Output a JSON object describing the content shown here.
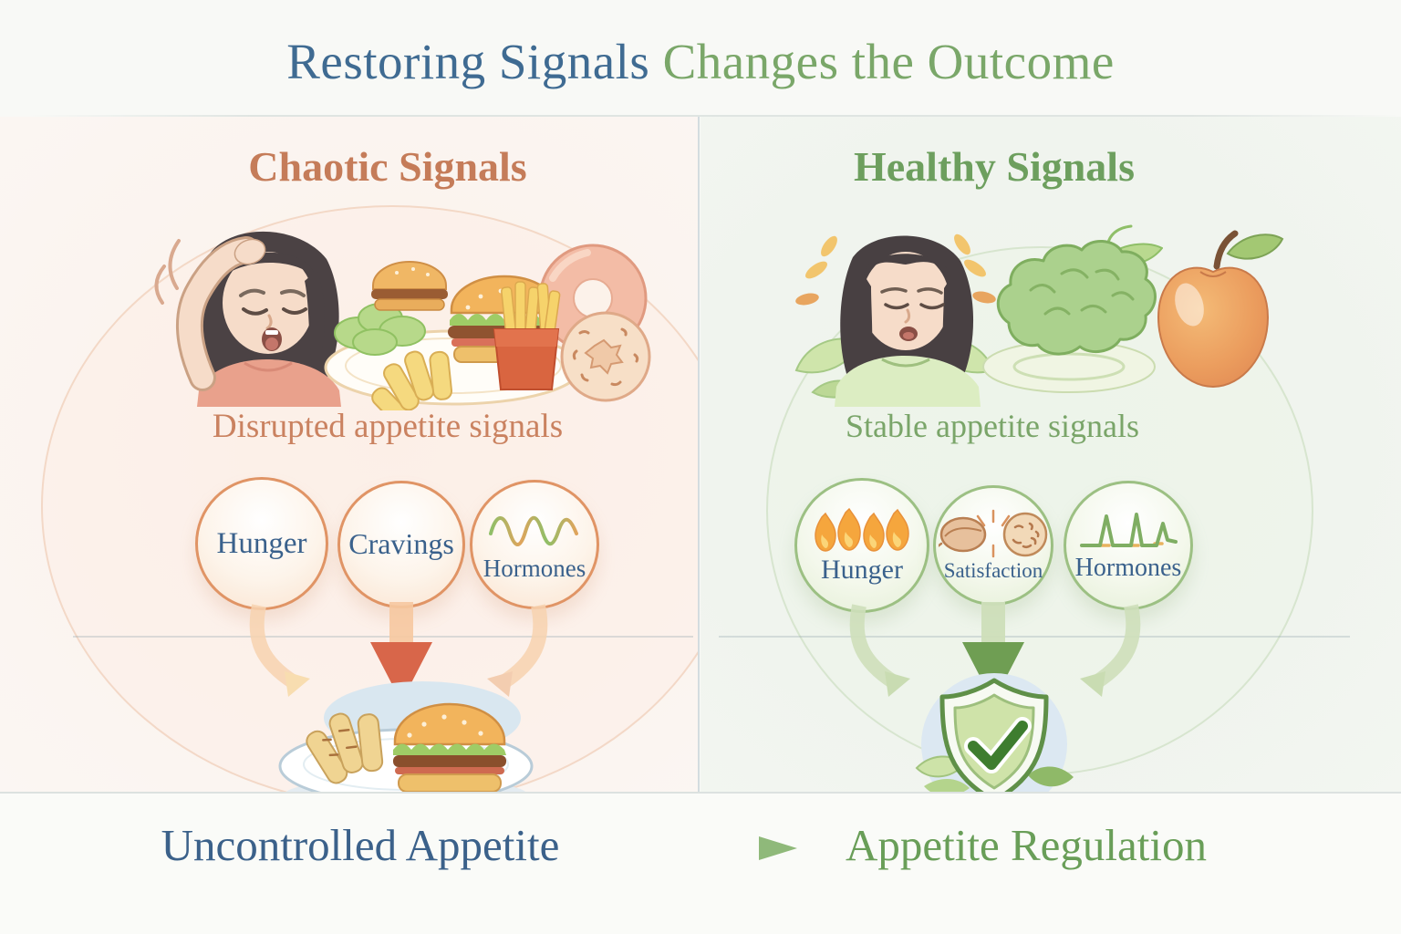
{
  "title": {
    "restoring": "Restoring Signals ",
    "changes": "Changes the Outcome"
  },
  "left_panel": {
    "header": "Chaotic Signals",
    "subtitle": "Disrupted appetite signals",
    "circles": [
      {
        "label": "Hunger"
      },
      {
        "label": "Cravings"
      },
      {
        "label": "Hormones",
        "icon": "chaotic-wave-icon"
      }
    ],
    "illustrations": [
      "stressed-woman",
      "junk-food-plate",
      "fries-and-donuts"
    ],
    "outcome_illustration": "plate-with-burger"
  },
  "right_panel": {
    "header": "Healthy Signals",
    "subtitle": "Stable appetite signals",
    "circles": [
      {
        "label": "Hunger",
        "icon": "flames-icon"
      },
      {
        "label": "Satisfaction",
        "icon": "walnut-cookie-icon"
      },
      {
        "label": "Hormones",
        "icon": "stable-graph-icon"
      }
    ],
    "illustrations": [
      "calm-woman",
      "green-brain",
      "apple"
    ],
    "outcome_illustration": "shield-check"
  },
  "bottom": {
    "left_label": "Uncontrolled Appetite",
    "right_label": "Appetite Regulation",
    "arrow": "dashed-transition-arrow"
  },
  "colors": {
    "title_blue": "#3f6b92",
    "title_green": "#7aa769",
    "chaotic_orange": "#c57c59",
    "healthy_green": "#6d9f5e",
    "circle_label_blue": "#3a618c",
    "outcome_blue": "#3b618a",
    "outcome_green": "#699e58",
    "left_circle_border": "#e09465",
    "right_circle_border": "#9cc083",
    "left_middle_arrow": "#d8664a",
    "right_middle_arrow": "#6f9e53"
  }
}
